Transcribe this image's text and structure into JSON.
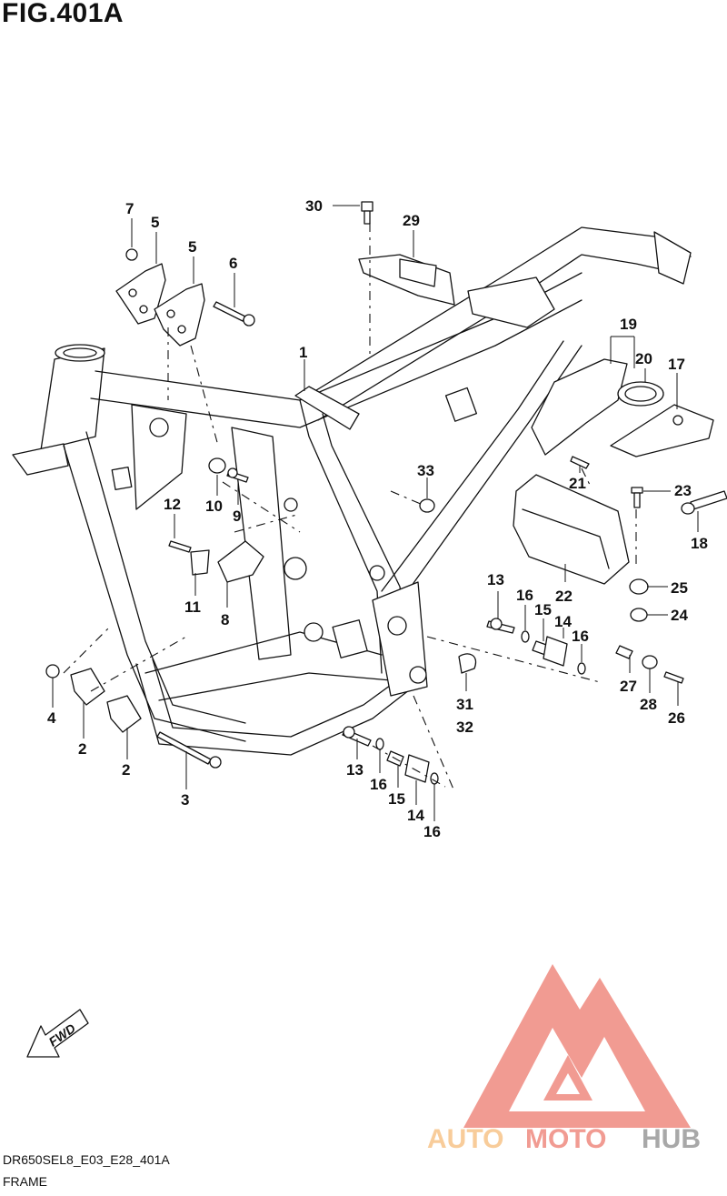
{
  "figure": {
    "title": "FIG.401A",
    "code": "DR650SEL8_E03_E28_401A",
    "name": "FRAME",
    "fwd_label": "FWD"
  },
  "watermark": {
    "part_auto": "AUTO",
    "part_moto": "MOTO",
    "part_hub": "HUB",
    "color_orange": "#f7c489",
    "color_red": "#ef8a80",
    "color_gray": "#999999"
  },
  "callouts": [
    "7",
    "5",
    "5",
    "6",
    "1",
    "30",
    "29",
    "19",
    "20",
    "17",
    "33",
    "10",
    "9",
    "12",
    "11",
    "8",
    "21",
    "23",
    "18",
    "13",
    "16",
    "15",
    "14",
    "16",
    "22",
    "25",
    "24",
    "27",
    "28",
    "26",
    "4",
    "2",
    "2",
    "3",
    "31",
    "32",
    "13",
    "16",
    "15",
    "14",
    "16"
  ]
}
